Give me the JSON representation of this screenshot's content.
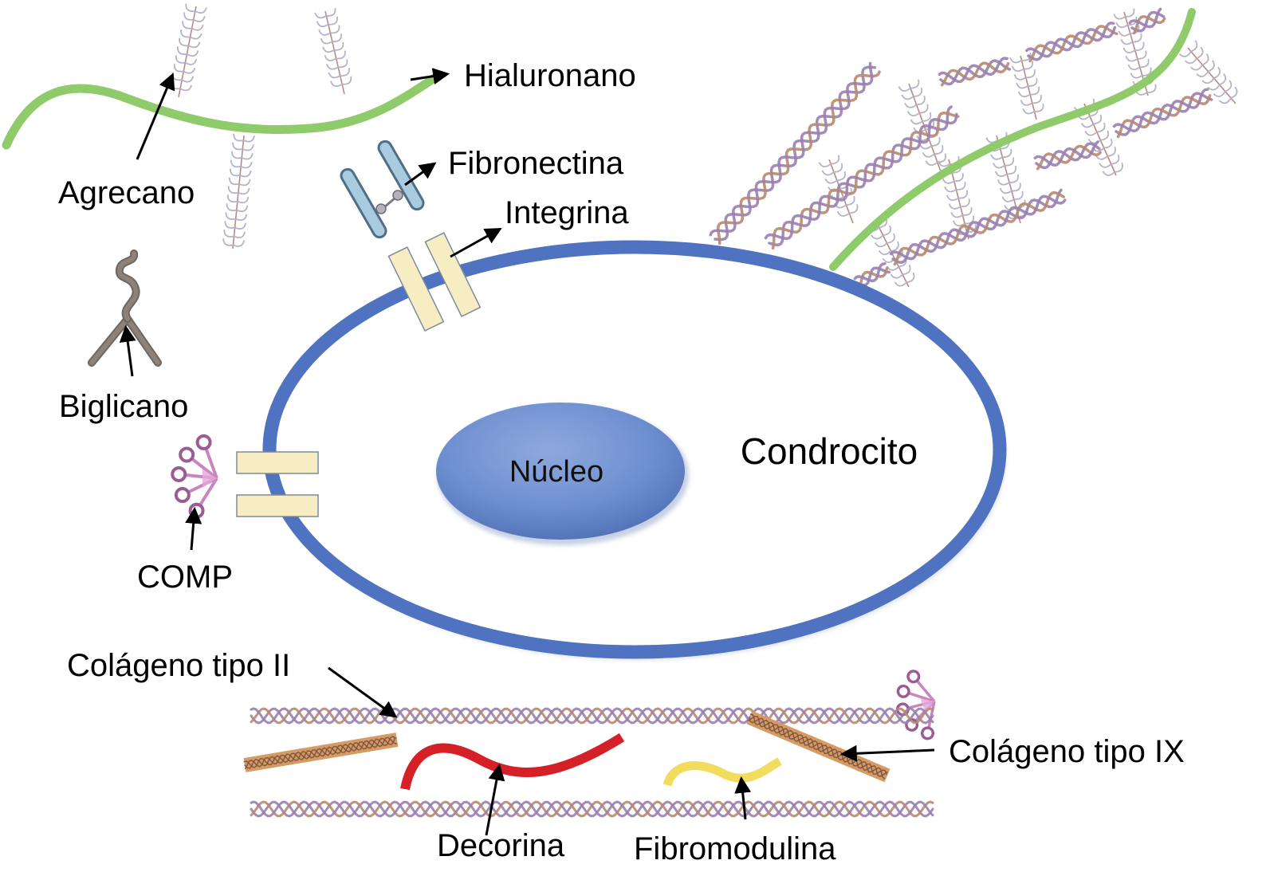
{
  "diagram": {
    "title": "Chondrocyte and cartilage extracellular matrix components",
    "colors": {
      "membrane": "#4f73c0",
      "nucleus": "#6d8fd0",
      "hyaluronan": "#8fcb6a",
      "integrin": "#f7edc2",
      "fibronectin": "#a9cbe0",
      "decorin": "#d62027",
      "fibromodulin": "#f2dc5d",
      "collagen_ix": "#d69a63",
      "collagen_ii_a": "#9a7fb0",
      "collagen_ii_b": "#b78a6e",
      "biglycan": "#8c8279",
      "comp": "#b06fa8"
    },
    "cell": {
      "label": "Condrocito",
      "nucleus_label": "Núcleo"
    },
    "labels": {
      "hialuronano": "Hialuronano",
      "agrecano": "Agrecano",
      "fibronectina": "Fibronectina",
      "integrina": "Integrina",
      "biglicano": "Biglicano",
      "comp": "COMP",
      "colageno_ii": "Colágeno tipo II",
      "colageno_ix": "Colágeno tipo IX",
      "decorina": "Decorina",
      "fibromodulina": "Fibromodulina"
    }
  }
}
